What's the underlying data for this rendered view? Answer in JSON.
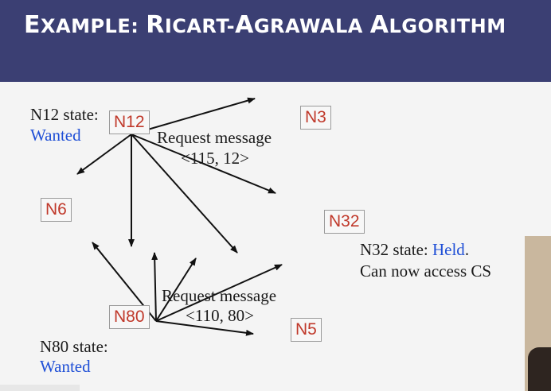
{
  "header": {
    "title_parts": [
      {
        "cap": "E",
        "rest": "XAMPLE: "
      },
      {
        "cap": "R",
        "rest": "ICART-"
      },
      {
        "cap": "A",
        "rest": "GRAWALA "
      },
      {
        "cap": "A",
        "rest": "LGORITHM"
      }
    ]
  },
  "nodes": {
    "n12": "N12",
    "n3": "N3",
    "n6": "N6",
    "n32": "N32",
    "n80": "N80",
    "n5": "N5"
  },
  "labels": {
    "n12_state_label": "N12 state:",
    "n12_state_value": "Wanted",
    "request1_line1": "Request message",
    "request1_line2": "<115, 12>",
    "n32_state_label": "N32 state: ",
    "n32_state_value": "Held",
    "n32_state_period": ".",
    "n32_state_line2": "Can now access CS",
    "request2_line1": "Request message",
    "request2_line2": "<110, 80>",
    "n80_state_label": "N80 state:",
    "n80_state_value": "Wanted"
  },
  "colors": {
    "header_bg": "#3b3f73",
    "node_text": "#c0392b",
    "state_value": "#1f4fd6"
  }
}
